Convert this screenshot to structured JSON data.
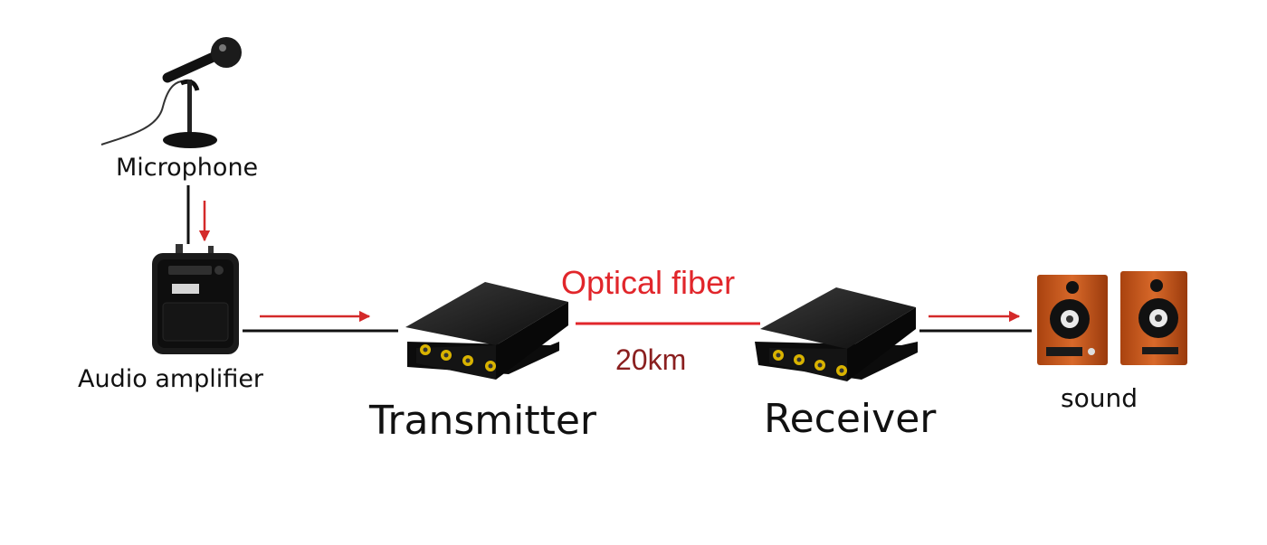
{
  "nodes": {
    "microphone": "Microphone",
    "amplifier": "Audio amplifier",
    "transmitter": "Transmitter",
    "receiver": "Receiver",
    "sound": "sound"
  },
  "link": {
    "medium": "Optical fiber",
    "distance": "20km"
  },
  "colors": {
    "arrow": "#d42a2a",
    "fiber_text": "#e1262b",
    "distance_text": "#8a1f1f",
    "line": "#111111",
    "speaker_wood": "#c85a1c"
  },
  "icons": [
    "microphone-icon",
    "audio-amplifier-icon",
    "transmitter-device-icon",
    "receiver-device-icon",
    "speaker-icon"
  ]
}
